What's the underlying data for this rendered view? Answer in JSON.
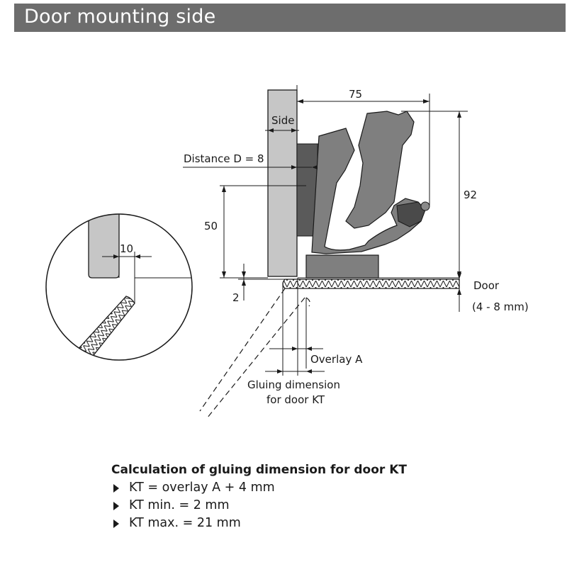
{
  "header": {
    "title": "Door mounting side"
  },
  "diagram": {
    "labels": {
      "side": "Side",
      "distance_d": "Distance D = 8",
      "dim_75": "75",
      "dim_92": "92",
      "dim_50": "50",
      "dim_2": "2",
      "dim_10": "10",
      "door": "Door",
      "door_thickness": "(4 - 8 mm)",
      "overlay_a": "Overlay A",
      "gluing_line1": "Gluing dimension",
      "gluing_line2": "for door KT"
    }
  },
  "calculation": {
    "heading": "Calculation of gluing dimension for door KT",
    "items": [
      "KT = overlay A + 4 mm",
      "KT min. = 2 mm",
      "KT max. = 21 mm"
    ]
  },
  "colors": {
    "header_bg": "#6d6d6d",
    "side_panel": "#c6c6c6",
    "hinge_body": "#7f7f7f",
    "hinge_plate": "#5a5a5a",
    "line": "#1a1a1a"
  }
}
